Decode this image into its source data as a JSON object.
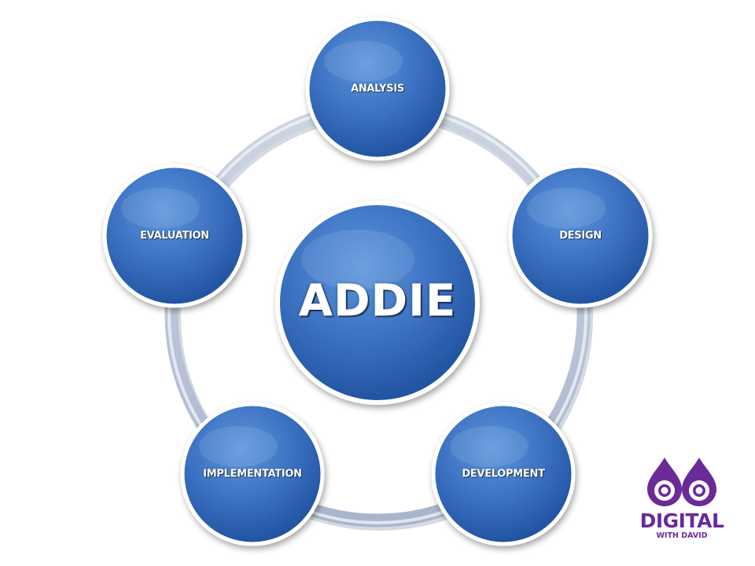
{
  "diagram": {
    "center": {
      "label": "ADDIE"
    },
    "nodes": [
      {
        "id": "analysis",
        "label": "ANALYSIS"
      },
      {
        "id": "design",
        "label": "DESIGN"
      },
      {
        "id": "development",
        "label": "DEVELOPMENT"
      },
      {
        "id": "implementation",
        "label": "IMPLEMENTATION"
      },
      {
        "id": "evaluation",
        "label": "EVALUATION"
      }
    ],
    "cycle_ring": "connects all five phases",
    "colors": {
      "node_fill": "#3a6fc0",
      "node_fill_light": "#5b95dc",
      "node_fill_dark": "#1e4f9c",
      "node_border": "#ffffff",
      "ring": "#b3bfd6",
      "label": "#ffffff"
    }
  },
  "logo": {
    "word": "DIGITAL",
    "sub": "WITH DAVID",
    "color": "#6a2a97",
    "icon": "droplet-eyes-icon"
  }
}
